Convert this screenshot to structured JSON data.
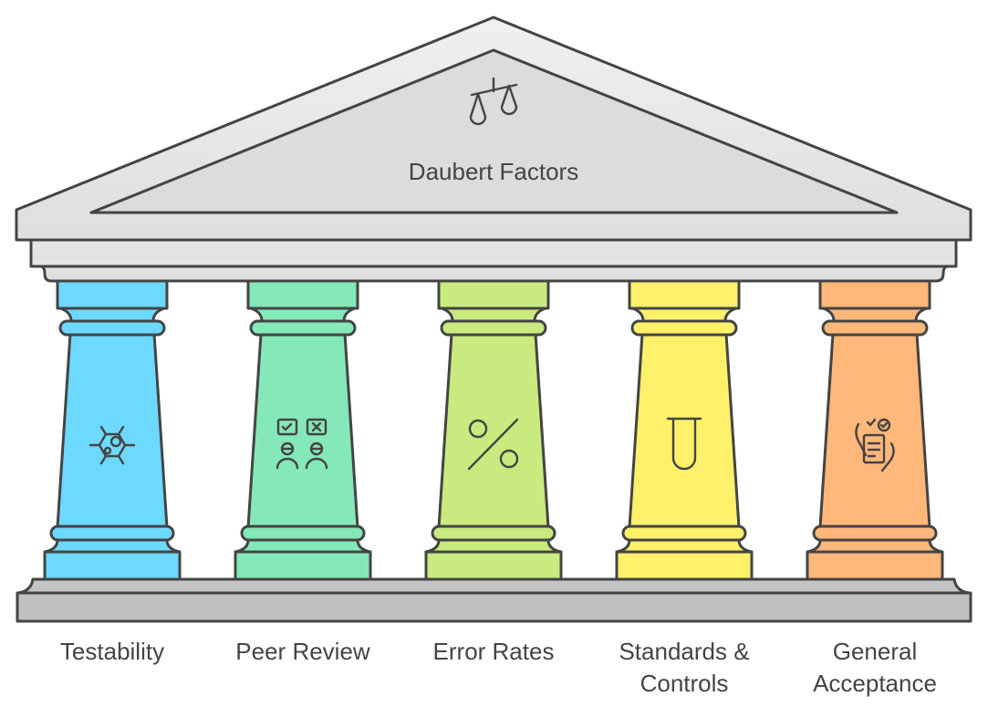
{
  "title": "Daubert Factors",
  "title_icon": "scales-of-justice-icon",
  "pillars": [
    {
      "label_lines": [
        "Testability"
      ],
      "color": "#6DD9FF",
      "icon": "molecule-icon"
    },
    {
      "label_lines": [
        "Peer Review"
      ],
      "color": "#85E8B8",
      "icon": "reviewers-approve-reject-icon"
    },
    {
      "label_lines": [
        "Error Rates"
      ],
      "color": "#C8EA7E",
      "icon": "percent-icon"
    },
    {
      "label_lines": [
        "Standards &",
        "Controls"
      ],
      "color": "#FDF06A",
      "icon": "test-tube-icon"
    },
    {
      "label_lines": [
        "General",
        "Acceptance"
      ],
      "color": "#FFB77A",
      "icon": "hand-checklist-icon"
    }
  ]
}
